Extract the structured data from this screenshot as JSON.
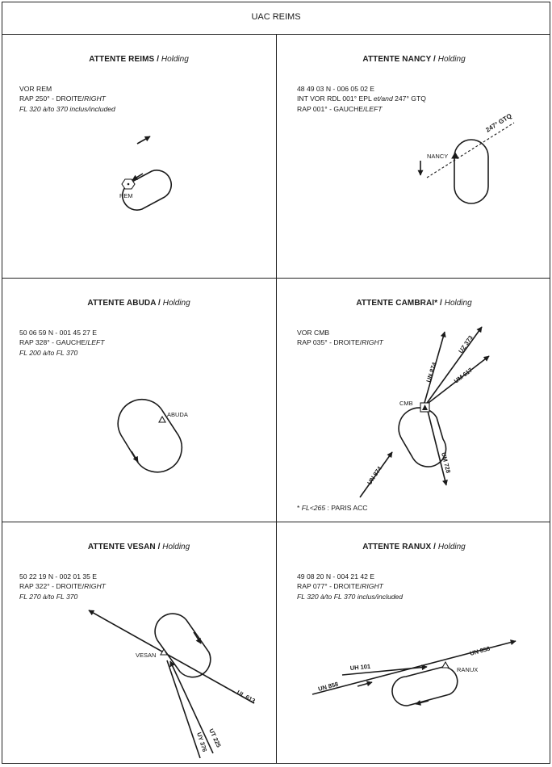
{
  "header": {
    "title": "UAC REIMS"
  },
  "panels": {
    "reims": {
      "title_bold": "ATTENTE  REIMS /",
      "title_italic": "Holding",
      "line1": "VOR REM",
      "line2_a": "RAP 250° - DROITE/",
      "line2_b": "RIGHT",
      "line3": "FL 320 à/to 370 inclus/included",
      "fix_label": "REM"
    },
    "nancy": {
      "title_bold": "ATTENTE  NANCY /",
      "title_italic": "Holding",
      "line1": "48 49 03 N - 006 05 02 E",
      "line2_a": "INT VOR RDL 001° EPL ",
      "line2_b": "et/and",
      "line2_c": " 247° GTQ",
      "line3_a": "RAP 001° - GAUCHE/",
      "line3_b": "LEFT",
      "fix_label": "NANCY",
      "radial_label": "247° GTQ"
    },
    "abuda": {
      "title_bold": "ATTENTE  ABUDA /",
      "title_italic": "Holding",
      "line1": "50 06 59 N - 001 45 27 E",
      "line2_a": "RAP 328° - GAUCHE/",
      "line2_b": "LEFT",
      "line3": "FL 200 à/to FL 370",
      "fix_label": "ABUDA"
    },
    "cambrai": {
      "title_bold": "ATTENTE  CAMBRAI* /",
      "title_italic": "Holding",
      "line1": "VOR CMB",
      "line2_a": "RAP 035° - DROITE/",
      "line2_b": "RIGHT",
      "fix_label": "CMB",
      "routes": [
        "UN 874",
        "UZ 373",
        "UM 617",
        "UN 874",
        "UM 728"
      ],
      "note_a": "* ",
      "note_b": "FL<265",
      "note_c": " : PARIS ACC"
    },
    "vesan": {
      "title_bold": "ATTENTE  VESAN /",
      "title_italic": "Holding",
      "line1": "50 22 19 N - 002 01 35 E",
      "line2_a": "RAP 322° - DROITE/",
      "line2_b": "RIGHT",
      "line3": "FL 270 à/to FL 370",
      "fix_label": "VESAN",
      "routes": [
        "UL 613",
        "UT 225",
        "UY 376"
      ]
    },
    "ranux": {
      "title_bold": "ATTENTE  RANUX /",
      "title_italic": "Holding",
      "line1": "49 08 20 N - 004 21 42 E",
      "line2_a": "RAP 077° - DROITE/",
      "line2_b": "RIGHT",
      "line3": "FL 320 à/to FL 370 inclus/included",
      "fix_label": "RANUX",
      "routes": [
        "UH 101",
        "UN 858",
        "UN 858"
      ]
    }
  }
}
